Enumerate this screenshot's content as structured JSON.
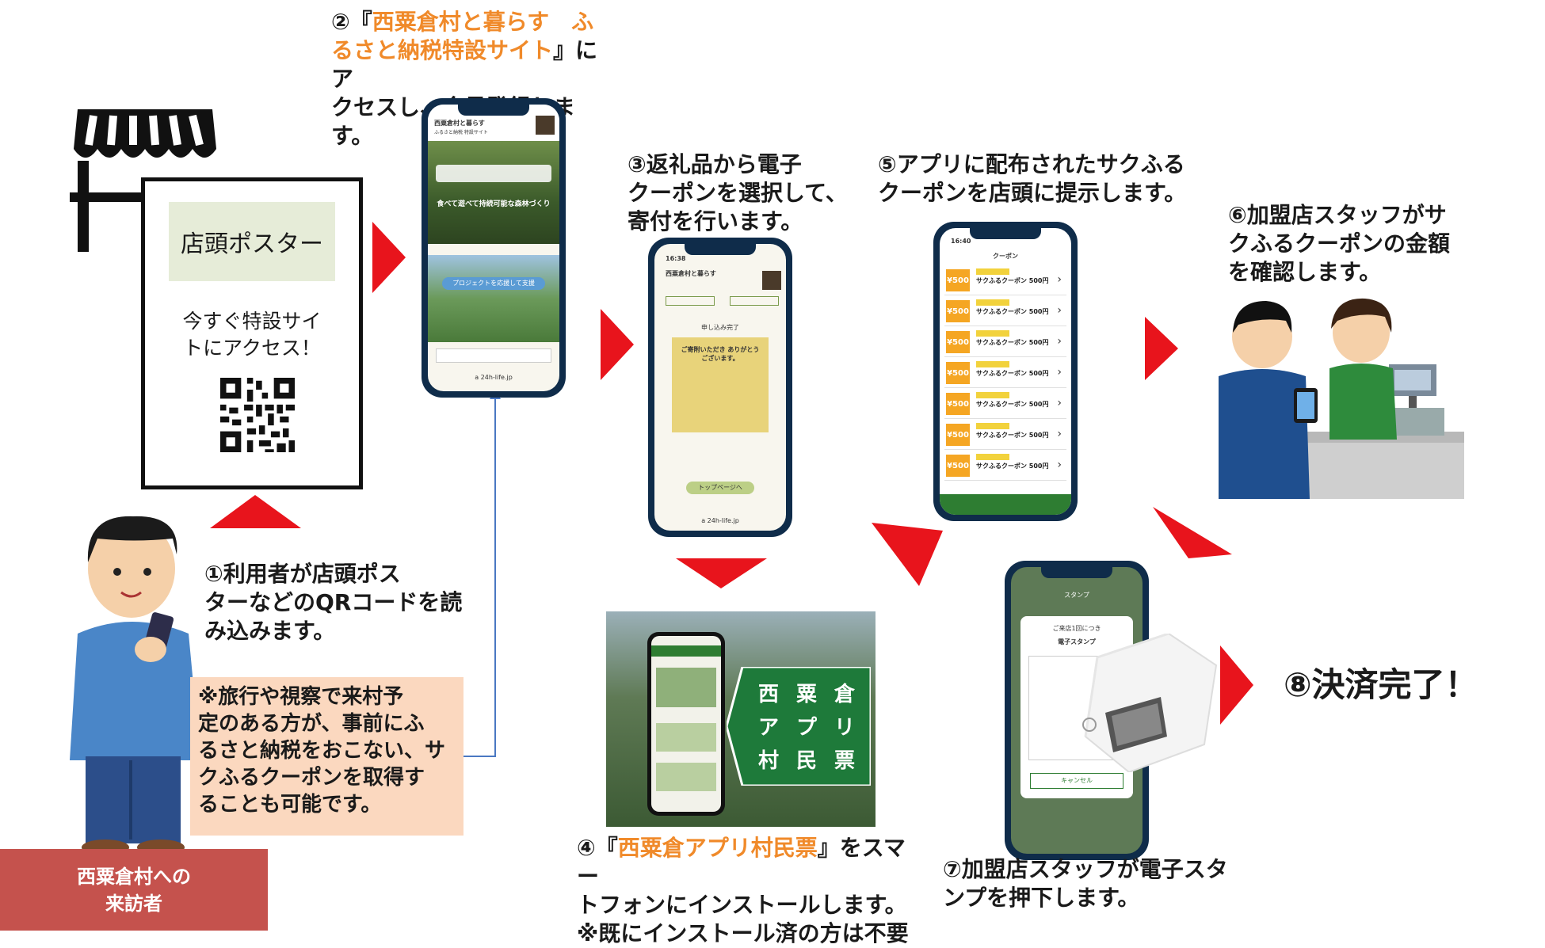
{
  "poster": {
    "header": "店頭ポスター",
    "line1": "今すぐ特設サイ",
    "line2": "トにアクセス！"
  },
  "step1": {
    "lines": [
      "①利用者が店頭ポス",
      "ターなどのQRコードを読",
      "み込みます。"
    ]
  },
  "step2": {
    "prefix": "②『",
    "highlight1": "西粟倉村と暮らす　ふ",
    "highlight2": "るさと納税特設サイト",
    "suffix1": "』にア",
    "line3": "クセスし、会員登録します。"
  },
  "step3": {
    "lines": [
      "③返礼品から電子",
      "クーポンを選択して、",
      "寄付を行います。"
    ]
  },
  "step4": {
    "prefix": "④『",
    "highlight": "西粟倉アプリ村民票",
    "suffix": "』をスマー",
    "line2": "トフォンにインストールします。",
    "line3": "※既にインストール済の方は不要"
  },
  "step5": {
    "lines": [
      "⑤アプリに配布されたサクふる",
      "クーポンを店頭に提示します。"
    ]
  },
  "step6": {
    "lines": [
      "⑥加盟店スタッフがサ",
      "クふるクーポンの金額",
      "を確認します。"
    ]
  },
  "step7": {
    "lines": [
      "⑦加盟店スタッフが電子スタ",
      "ンプを押下します。"
    ]
  },
  "step8": {
    "label": "⑧決済完了！"
  },
  "note": {
    "lines": [
      "※旅行や視察で来村予",
      "定のある方が、事前にふ",
      "るさと納税をおこない、サ",
      "クふるクーポンを取得す",
      "ることも可能です。"
    ]
  },
  "visitor": {
    "line1": "西粟倉村への",
    "line2": "来訪者"
  },
  "app_banner": {
    "col1": [
      "西",
      "ア",
      "村"
    ],
    "col2": [
      "粟",
      "プ",
      "民"
    ],
    "col3": [
      "倉",
      "リ",
      "票"
    ]
  },
  "phone2": {
    "title": "西粟倉村と暮らす",
    "subtitle": "ふるさと納税 特設サイト",
    "hero": "食べて遊べて持続可能な森林づくり",
    "project": "プロジェクトを応援して支援",
    "url": "a 24h-life.jp"
  },
  "phone3": {
    "time": "16:38",
    "title": "西粟倉村と暮らす",
    "heading": "申し込み完了",
    "thanks": "ご寄附いただき ありがとうございます。",
    "button": "トップページへ",
    "url": "a 24h-life.jp"
  },
  "phone5": {
    "time": "16:40",
    "title": "クーポン",
    "badge": "¥500",
    "coupon_name": "サクふるクーポン 500円",
    "count": 7
  },
  "phone7": {
    "title": "スタンプ",
    "subtitle": "ご来店1回につき",
    "stamp_label": "電子スタンプ",
    "cancel": "キャンセル"
  },
  "colors": {
    "arrow": "#e8141c",
    "highlight": "#f08a2a",
    "phone_frame": "#0f2c4a",
    "visitor_bg": "#c5524d",
    "note_bg": "#fbd8bf",
    "app_green": "#2e7d32"
  }
}
